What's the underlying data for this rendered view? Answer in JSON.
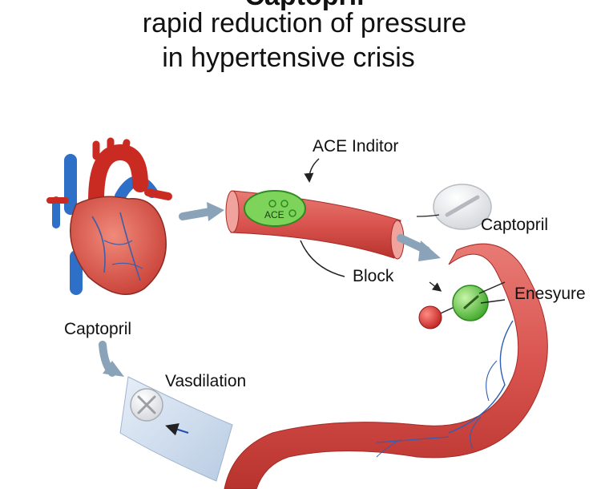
{
  "title": {
    "line1": "Captopril",
    "line2": "rapid reduction of pressure",
    "line3": "in hypertensive crisis"
  },
  "labels": {
    "ace_inhibitor": "ACE Inditor",
    "ace_badge": "ACE",
    "captopril_pill": "Captopril",
    "block": "Block",
    "enzyme": "Enesyure",
    "captopril_left": "Captopril",
    "vasodilation": "Vasdilation"
  },
  "colors": {
    "vessel": "#d9534f",
    "vessel_dark": "#b8322e",
    "heart": "#d9473f",
    "artery_blue": "#2e6fc7",
    "ace_green": "#7ed35a",
    "arrow_blue_gray": "#8aa3b8"
  },
  "icons": [
    "heart-illustration",
    "pill-icon",
    "ace-enzyme-icon",
    "molecule-icon",
    "blocked-pill-icon"
  ]
}
